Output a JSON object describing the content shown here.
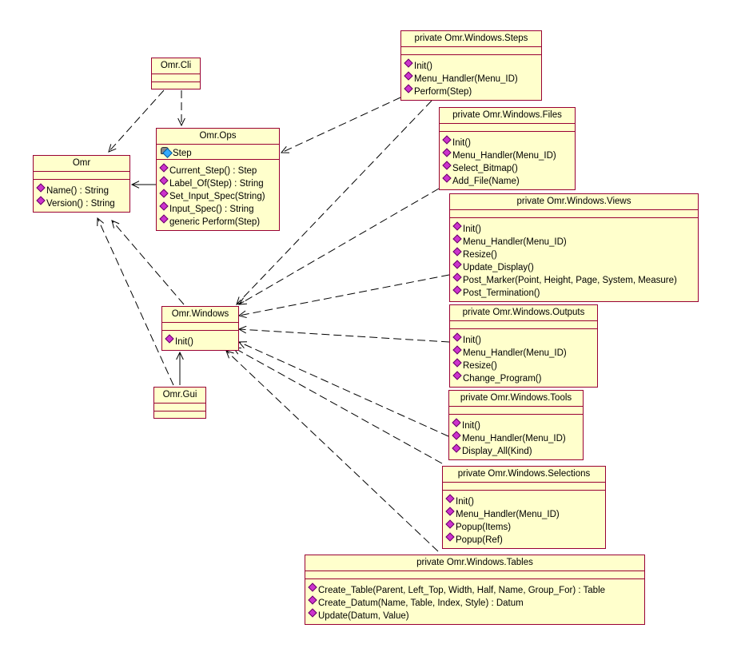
{
  "diagram": {
    "classes": {
      "omr": {
        "name": "Omr",
        "operations": [
          "Name() : String",
          "Version() : String"
        ]
      },
      "cli": {
        "name": "Omr.Cli"
      },
      "ops": {
        "name": "Omr.Ops",
        "attributes": [
          "Step"
        ],
        "operations": [
          "Current_Step() : Step",
          "Label_Of(Step) : String",
          "Set_Input_Spec(String)",
          "Input_Spec() : String",
          "generic Perform(Step)"
        ]
      },
      "windows": {
        "name": "Omr.Windows",
        "operations": [
          "Init()"
        ]
      },
      "gui": {
        "name": "Omr.Gui"
      },
      "steps": {
        "name": "private Omr.Windows.Steps",
        "operations": [
          "Init()",
          "Menu_Handler(Menu_ID)",
          "Perform(Step)"
        ]
      },
      "files": {
        "name": "private Omr.Windows.Files",
        "operations": [
          "Init()",
          "Menu_Handler(Menu_ID)",
          "Select_Bitmap()",
          "Add_File(Name)"
        ]
      },
      "views": {
        "name": "private Omr.Windows.Views",
        "operations": [
          "Init()",
          "Menu_Handler(Menu_ID)",
          "Resize()",
          "Update_Display()",
          "Post_Marker(Point, Height, Page, System, Measure)",
          "Post_Termination()"
        ]
      },
      "outputs": {
        "name": "private Omr.Windows.Outputs",
        "operations": [
          "Init()",
          "Menu_Handler(Menu_ID)",
          "Resize()",
          "Change_Program()"
        ]
      },
      "tools": {
        "name": "private Omr.Windows.Tools",
        "operations": [
          "Init()",
          "Menu_Handler(Menu_ID)",
          "Display_All(Kind)"
        ]
      },
      "selections": {
        "name": "private Omr.Windows.Selections",
        "operations": [
          "Init()",
          "Menu_Handler(Menu_ID)",
          "Popup(Items)",
          "Popup(Ref)"
        ]
      },
      "tables": {
        "name": "private Omr.Windows.Tables",
        "operations": [
          "Create_Table(Parent, Left_Top, Width, Half, Name, Group_For) : Table",
          "Create_Datum(Name, Table, Index, Style) : Datum",
          "Update(Datum, Value)"
        ]
      }
    },
    "dependencies": [
      {
        "from": "cli",
        "to": "omr",
        "style": "dashed"
      },
      {
        "from": "cli",
        "to": "ops",
        "style": "dashed"
      },
      {
        "from": "ops",
        "to": "omr",
        "style": "solid"
      },
      {
        "from": "windows",
        "to": "omr",
        "style": "dashed"
      },
      {
        "from": "gui",
        "to": "omr",
        "style": "dashed"
      },
      {
        "from": "gui",
        "to": "windows",
        "style": "solid"
      },
      {
        "from": "steps",
        "to": "ops",
        "style": "dashed"
      },
      {
        "from": "steps",
        "to": "windows",
        "style": "dashed"
      },
      {
        "from": "files",
        "to": "windows",
        "style": "dashed"
      },
      {
        "from": "views",
        "to": "windows",
        "style": "dashed"
      },
      {
        "from": "outputs",
        "to": "windows",
        "style": "dashed"
      },
      {
        "from": "tools",
        "to": "windows",
        "style": "dashed"
      },
      {
        "from": "selections",
        "to": "windows",
        "style": "dashed"
      },
      {
        "from": "tables",
        "to": "windows",
        "style": "dashed"
      }
    ],
    "colors": {
      "fill": "#ffffcc",
      "border": "#990033",
      "operation_icon": "#cc33cc",
      "attribute_icon": "#33aaff",
      "line": "#000000"
    }
  }
}
